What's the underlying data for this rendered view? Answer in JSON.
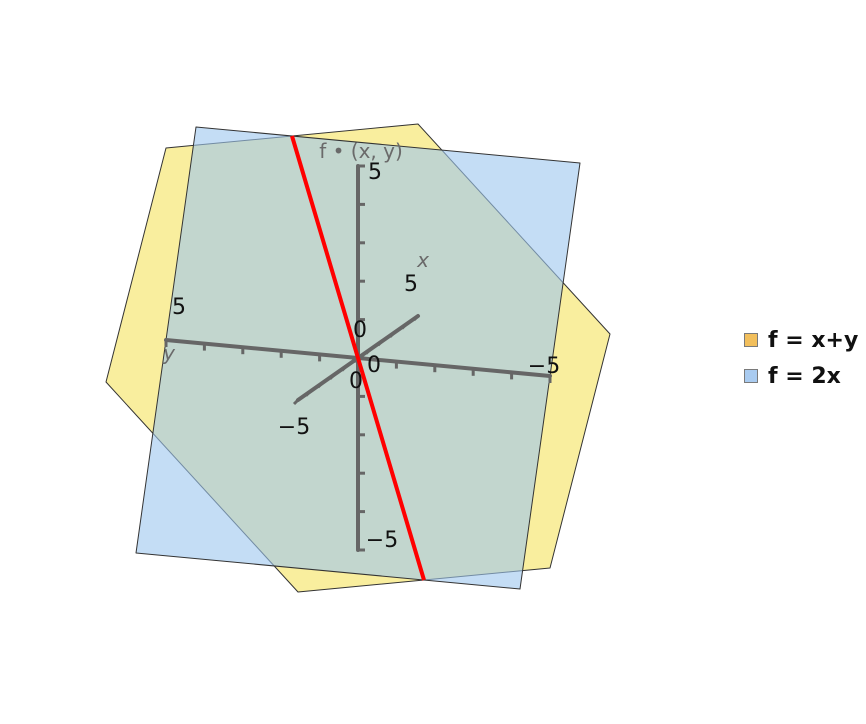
{
  "chart_data": {
    "type": "3d-surface",
    "x": {
      "label": "x",
      "range": [
        -5,
        5
      ],
      "ticks": [
        -5,
        0,
        5
      ]
    },
    "y": {
      "label": "y",
      "range": [
        -5,
        5
      ],
      "ticks": [
        -5,
        0,
        5
      ]
    },
    "z": {
      "label": "f • (x, y)",
      "range": [
        -5,
        5
      ],
      "ticks": [
        -5,
        0,
        5
      ]
    },
    "surfaces": [
      {
        "name": "f = x+y",
        "expression": "x+y",
        "color": "#f5e25e",
        "legend_color": "#f2bf5c"
      },
      {
        "name": "f = 2x",
        "expression": "2x",
        "color": "#9cc6ee",
        "legend_color": "#a9cbf0"
      }
    ],
    "intersection": {
      "description": "x = y",
      "color": "#ff0000"
    },
    "legend": {
      "position": "right"
    }
  }
}
